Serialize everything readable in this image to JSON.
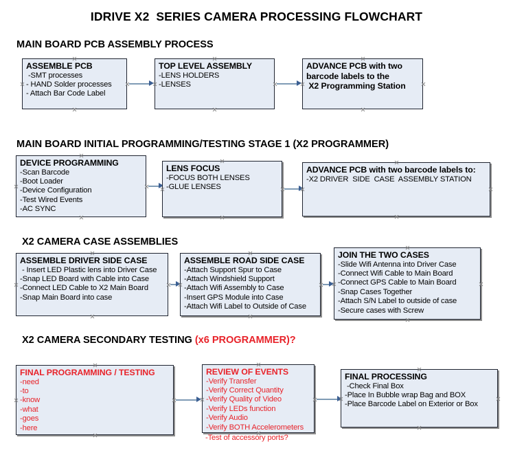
{
  "document": {
    "title": "IDRIVE X2  SERIES CAMERA PROCESSING FLOWCHART",
    "accent_red": "#e8232a",
    "box_fill": "#e6ecf5",
    "box_border": "#1f2430",
    "connector_color": "#7f9bb5",
    "arrowhead_color": "#3b5f93"
  },
  "sections": [
    {
      "heading": "MAIN BOARD PCB ASSEMBLY PROCESS",
      "nodes": [
        {
          "title": "ASSEMBLE PCB",
          "lines": [
            " -SMT processes",
            "- HAND Solder processes",
            "- Attach Bar Code Label"
          ]
        },
        {
          "title": "TOP LEVEL ASSEMBLY",
          "lines": [
            "-LENS HOLDERS",
            "-LENSES"
          ]
        },
        {
          "title": "ADVANCE PCB with two",
          "lines": [
            "barcode labels to the",
            " X2 Programming Station"
          ]
        }
      ]
    },
    {
      "heading": "MAIN BOARD INITIAL PROGRAMMING/TESTING STAGE 1 (X2 PROGRAMMER)",
      "nodes": [
        {
          "title": "DEVICE PROGRAMMING",
          "lines": [
            "-Scan Barcode",
            "-Boot Loader",
            "-Device Configuration",
            "-Test Wired Events",
            "-AC SYNC"
          ]
        },
        {
          "title": "LENS FOCUS",
          "lines": [
            "-FOCUS BOTH LENSES",
            "-GLUE LENSES"
          ]
        },
        {
          "title": "ADVANCE PCB with two barcode labels to:",
          "lines": [
            "-X2 DRIVER  SIDE  CASE  ASSEMBLY STATION"
          ]
        }
      ]
    },
    {
      "heading": "X2 CAMERA CASE ASSEMBLIES",
      "nodes": [
        {
          "title": "ASSEMBLE DRIVER SIDE CASE",
          "lines": [
            " - Insert LED Plastic lens into Driver Case",
            "-Snap LED Board with Cable into Case",
            "-Connect LED Cable to X2 Main Board",
            "-Snap Main Board into case"
          ]
        },
        {
          "title": "ASSEMBLE ROAD SIDE CASE",
          "lines": [
            "-Attach Support Spur to Case",
            "-Attach Windshield Support",
            "-Attach Wifi Assembly to Case",
            "-Insert GPS Module into Case",
            "-Attach Wifi Label to Outside of Case"
          ]
        },
        {
          "title": "JOIN THE TWO CASES",
          "lines": [
            "-Slide Wifi Antenna into Driver Case",
            "-Connect Wifi Cable to Main Board",
            "-Connect GPS Cable to Main Board",
            "-Snap Cases Together",
            "-Attach S/N Label to outside of case",
            "-Secure cases with Screw"
          ]
        }
      ]
    },
    {
      "heading_main": "X2 CAMERA SECONDARY TESTING ",
      "heading_red": "(x6 PROGRAMMER)?",
      "nodes": [
        {
          "title": "FINAL PROGRAMMING / TESTING",
          "lines": [
            "-need",
            "-to",
            "-know",
            "-what",
            "-goes",
            "-here"
          ]
        },
        {
          "title": "REVIEW OF EVENTS",
          "lines": [
            "-Verify Transfer",
            "-Verify Correct Quantity",
            "-Verify Quality of Video",
            "-Verify LEDs function",
            "-Verify Audio",
            "-Verify BOTH Accelerometers"
          ],
          "overflow_line": "-Test of accessory ports?"
        },
        {
          "title": "FINAL PROCESSING",
          "lines": [
            " -Check Final Box",
            "-Place In Bubble wrap Bag and BOX",
            "-Place Barcode Label on Exterior or Box"
          ]
        }
      ]
    }
  ]
}
